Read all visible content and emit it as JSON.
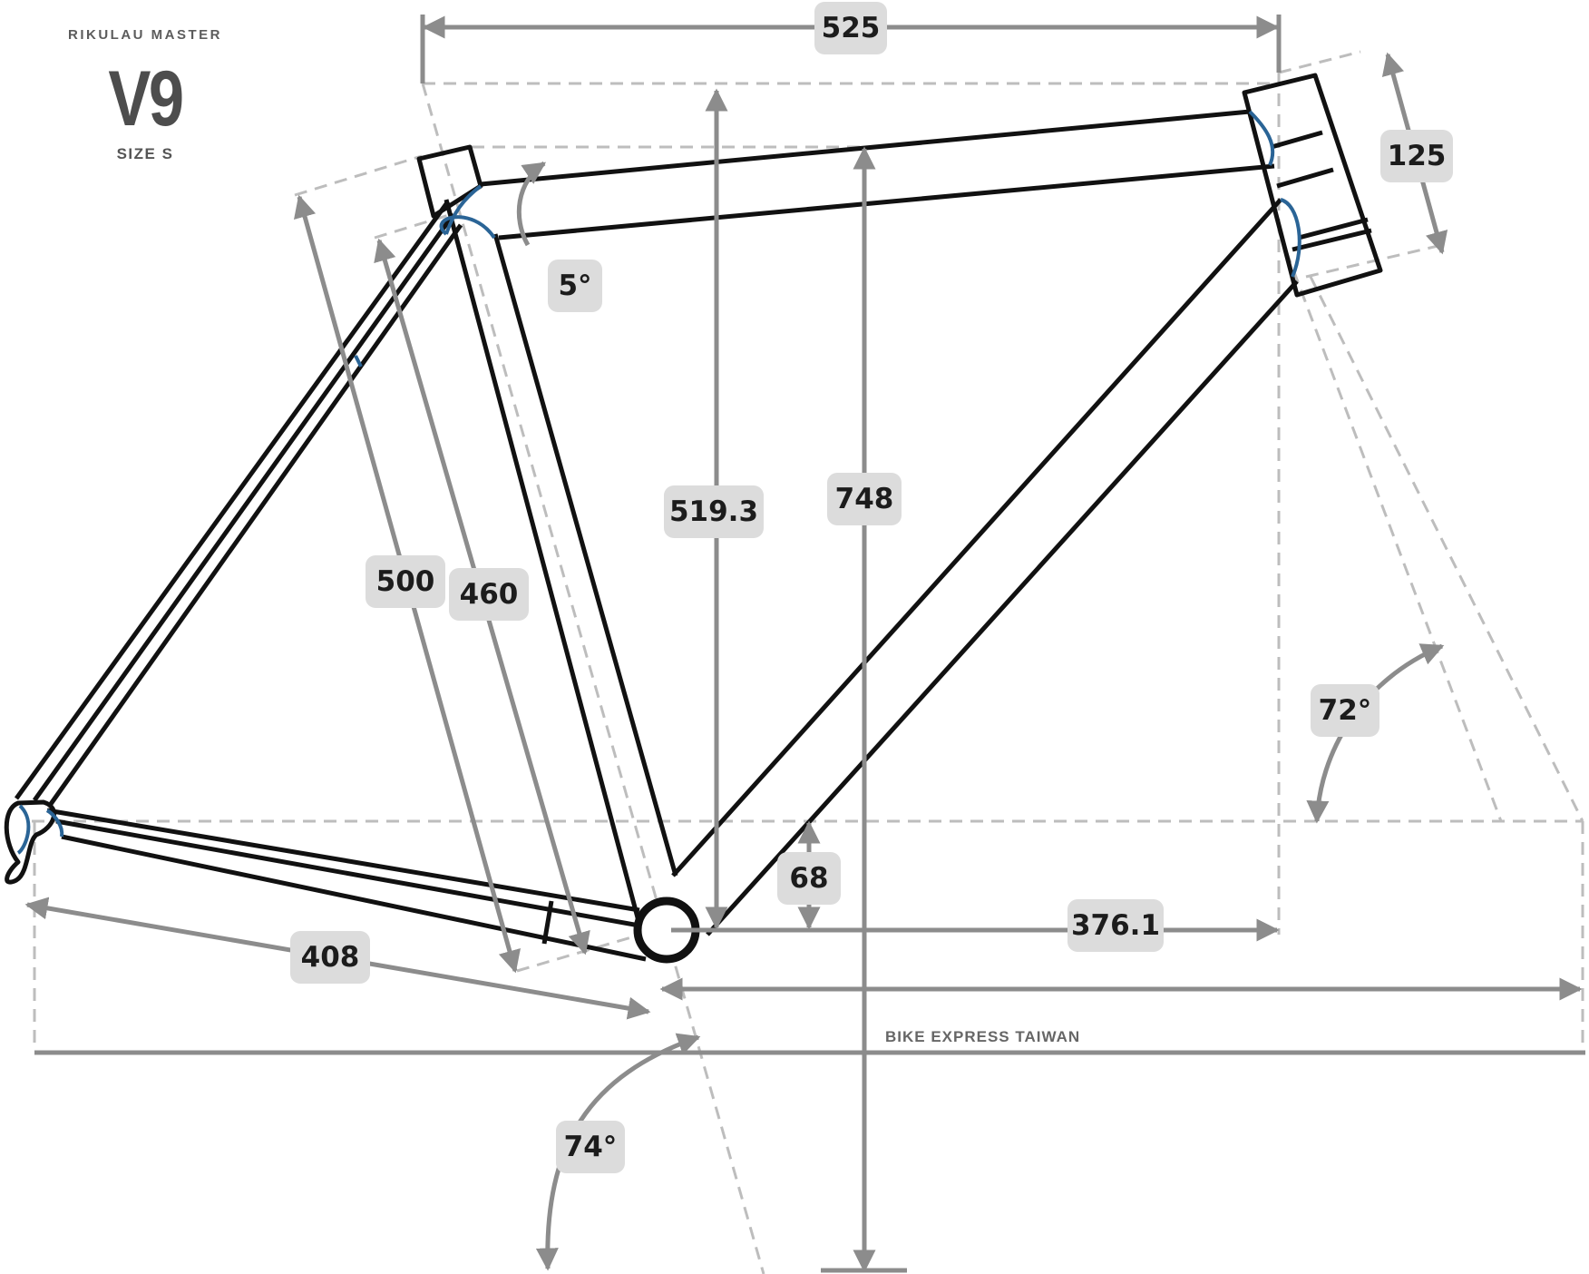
{
  "brand": "RIKULAU MASTER",
  "model": "V9",
  "size": "SIZE S",
  "watermark": "BIKE EXPRESS TAIWAN",
  "colors": {
    "frame": "#111111",
    "cable": "#2a6496",
    "dimension": "#8c8c8c",
    "guide": "#bdbdbd",
    "label_bg": "#dcdcdc"
  },
  "dimensions": {
    "reach": "525",
    "head_tube": "125",
    "top_tube_slope": "5°",
    "stack": "519.3",
    "standover": "748",
    "seat_tube_ctt": "500",
    "seat_tube_ctc": "460",
    "head_angle": "72°",
    "bb_drop": "68",
    "front_center_horizontal": "376.1",
    "chainstay": "408",
    "seat_angle": "74°"
  }
}
